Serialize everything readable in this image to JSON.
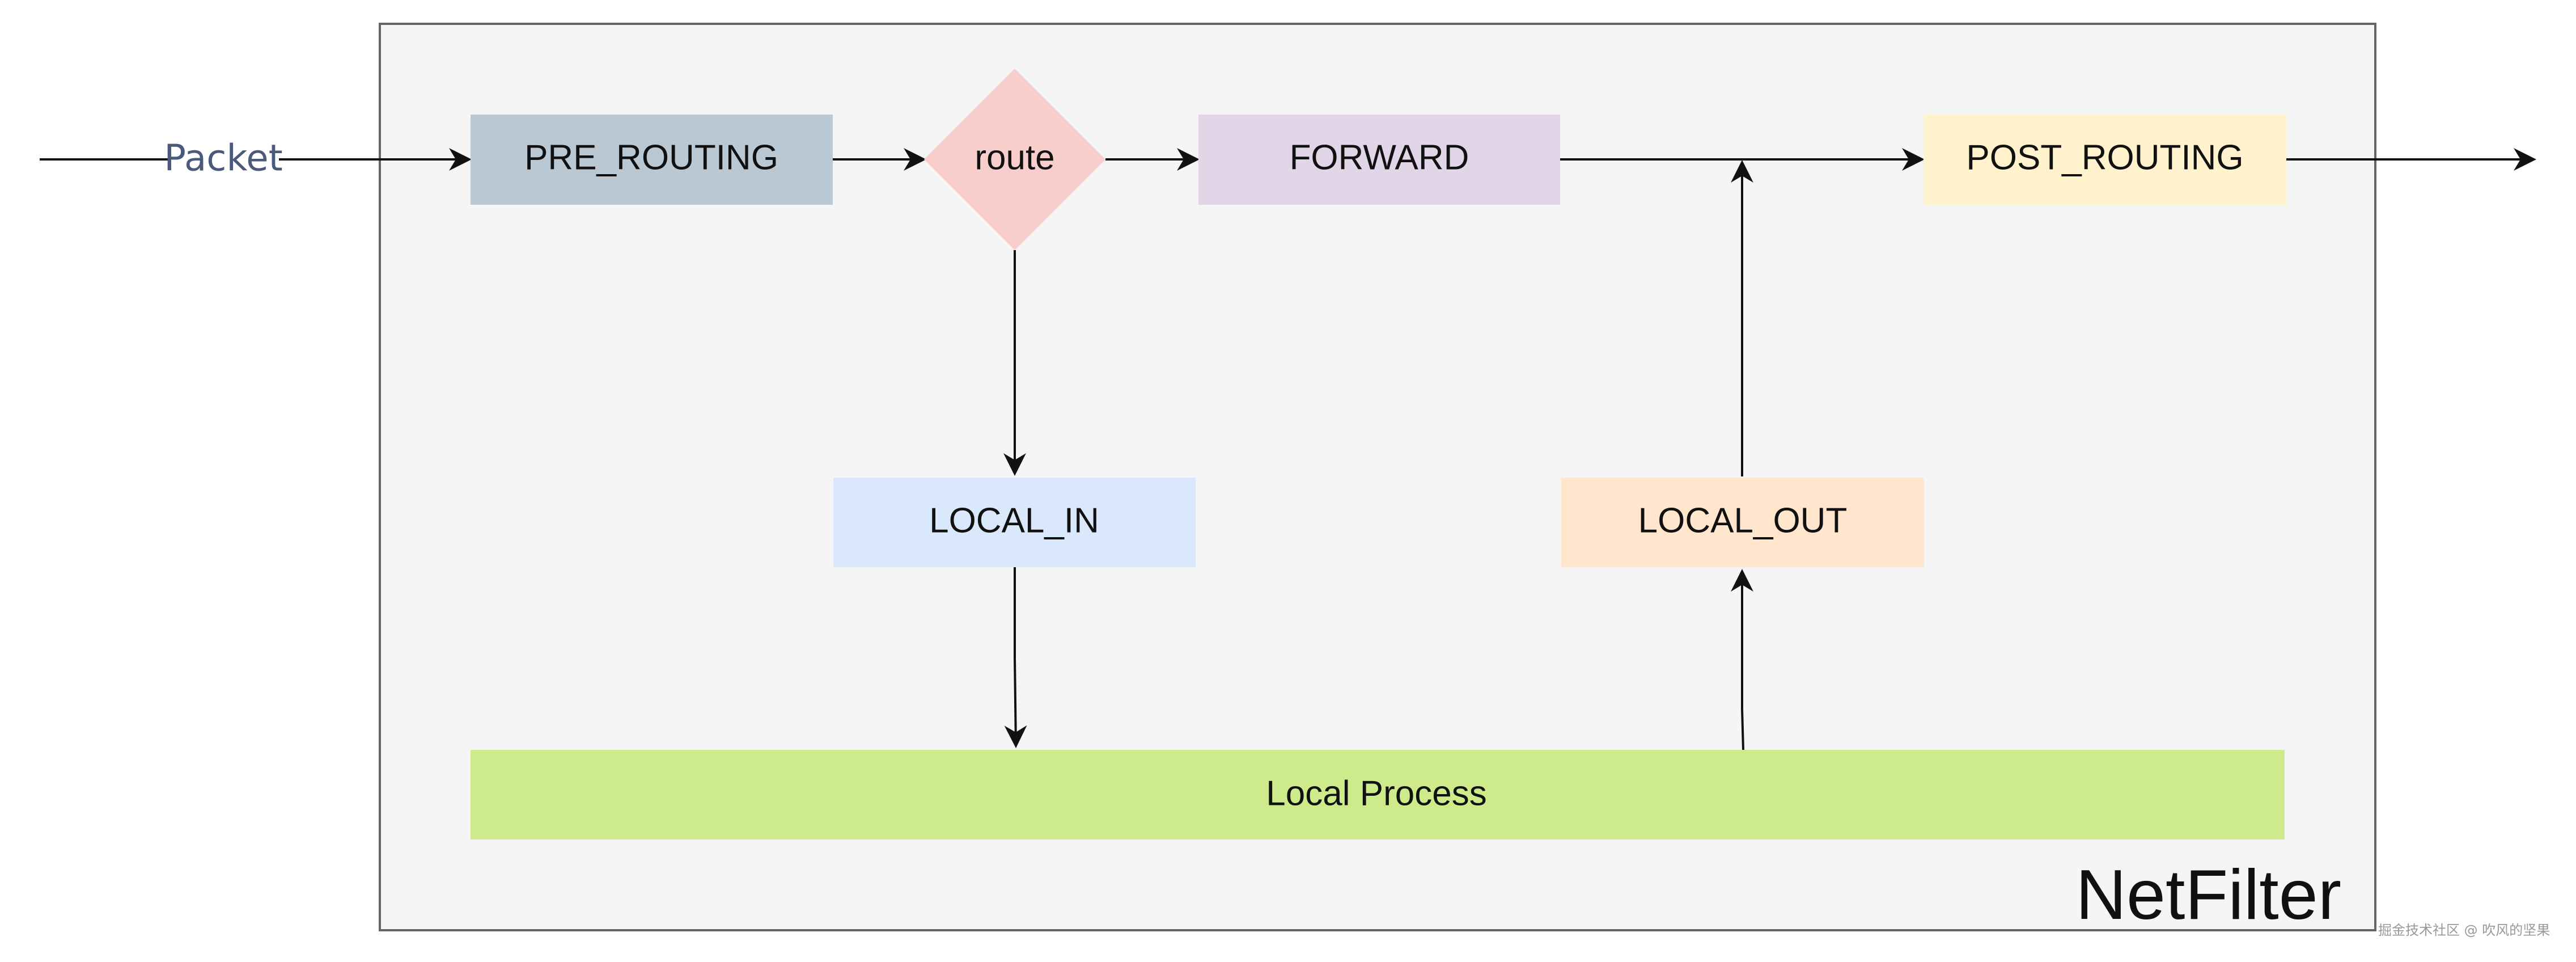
{
  "diagram": {
    "container_label": "NetFilter",
    "input_label": "Packet",
    "nodes": {
      "pre_routing": "PRE_ROUTING",
      "route": "route",
      "forward": "FORWARD",
      "post_routing": "POST_ROUTING",
      "local_in": "LOCAL_IN",
      "local_out": "LOCAL_OUT",
      "local_process": "Local Process"
    },
    "watermark": "掘金技术社区 @ 吹风的坚果"
  },
  "colors": {
    "container_fill": "#f5f5f5",
    "container_stroke": "#666666",
    "pre_routing": "#bac8d3",
    "route": "#f8cecc",
    "forward": "#e1d5e7",
    "post_routing": "#fff2cc",
    "local_in": "#dae8fc",
    "local_out": "#ffe6cc",
    "local_process": "#cdeb8b",
    "packet_text": "#4a5a7a"
  }
}
